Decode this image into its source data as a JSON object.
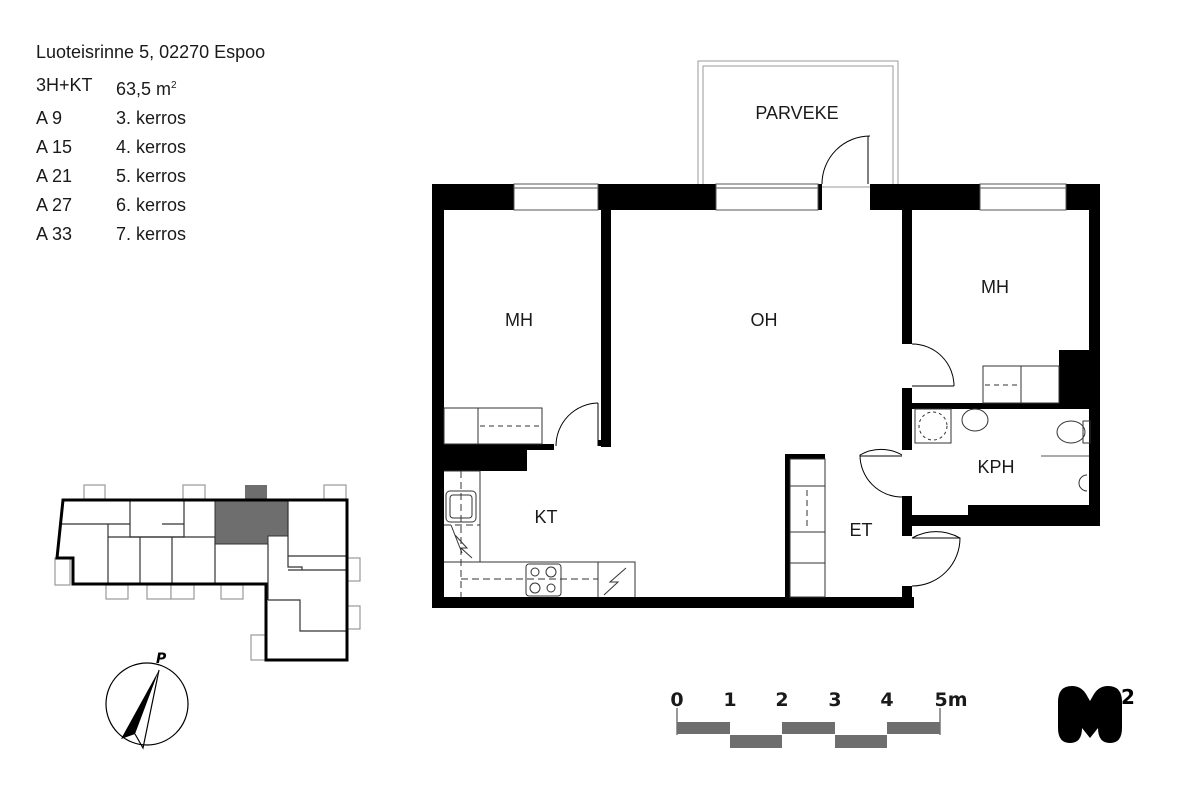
{
  "header": {
    "address": "Luoteisrinne 5, 02270 Espoo",
    "type": "3H+KT",
    "area": "63,5 m",
    "area_sup": "2"
  },
  "apartments": [
    {
      "id": "A 9",
      "floor": "3. kerros"
    },
    {
      "id": "A 15",
      "floor": "4. kerros"
    },
    {
      "id": "A 21",
      "floor": "5. kerros"
    },
    {
      "id": "A 27",
      "floor": "6. kerros"
    },
    {
      "id": "A 33",
      "floor": "7. kerros"
    }
  ],
  "rooms": {
    "balcony": "PARVEKE",
    "bedroom_left": "MH",
    "living_room": "OH",
    "bedroom_right": "MH",
    "kitchen": "KT",
    "entrance": "ET",
    "bathroom": "KPH"
  },
  "compass": {
    "north_label": "P",
    "icon": "north-arrow-icon"
  },
  "scale_bar": {
    "labels": [
      "0",
      "1",
      "2",
      "3",
      "4",
      "5m"
    ],
    "color": "#6e6e6e"
  },
  "logo": {
    "text": "M",
    "sup": "2"
  },
  "colors": {
    "wall": "#000000",
    "highlight": "#6e6e6e",
    "thin_line": "#999999"
  }
}
